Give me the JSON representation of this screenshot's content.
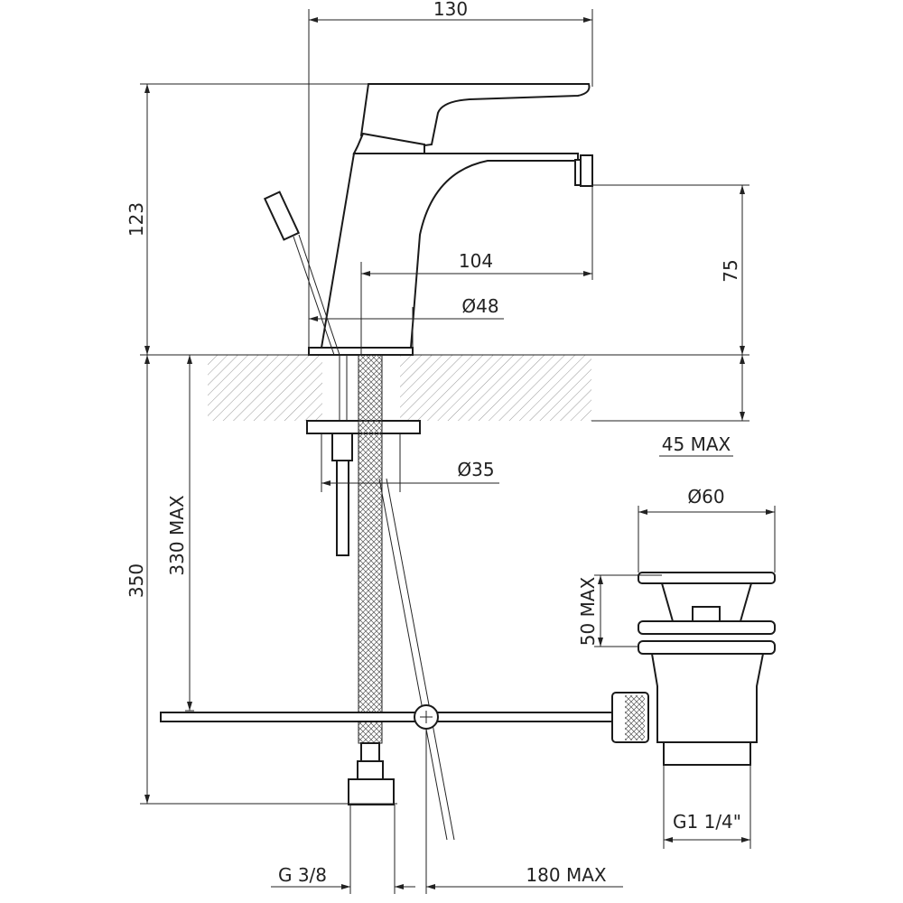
{
  "drawing": {
    "dimensions": {
      "overall_width": "130",
      "overall_height": "123",
      "spout_reach": "104",
      "spout_height": "75",
      "base_diameter": "Ø48",
      "deck_thickness": "45 MAX",
      "hole_diameter": "Ø35",
      "drain_diameter": "Ø60",
      "below_deck_max": "330 MAX",
      "below_deck_total": "350",
      "drain_height": "50 MAX",
      "drain_thread": "G1 1/4\"",
      "supply_thread": "G 3/8",
      "rod_length": "180 MAX"
    },
    "colors": {
      "line": "#222222",
      "hatch": "#999999"
    }
  }
}
